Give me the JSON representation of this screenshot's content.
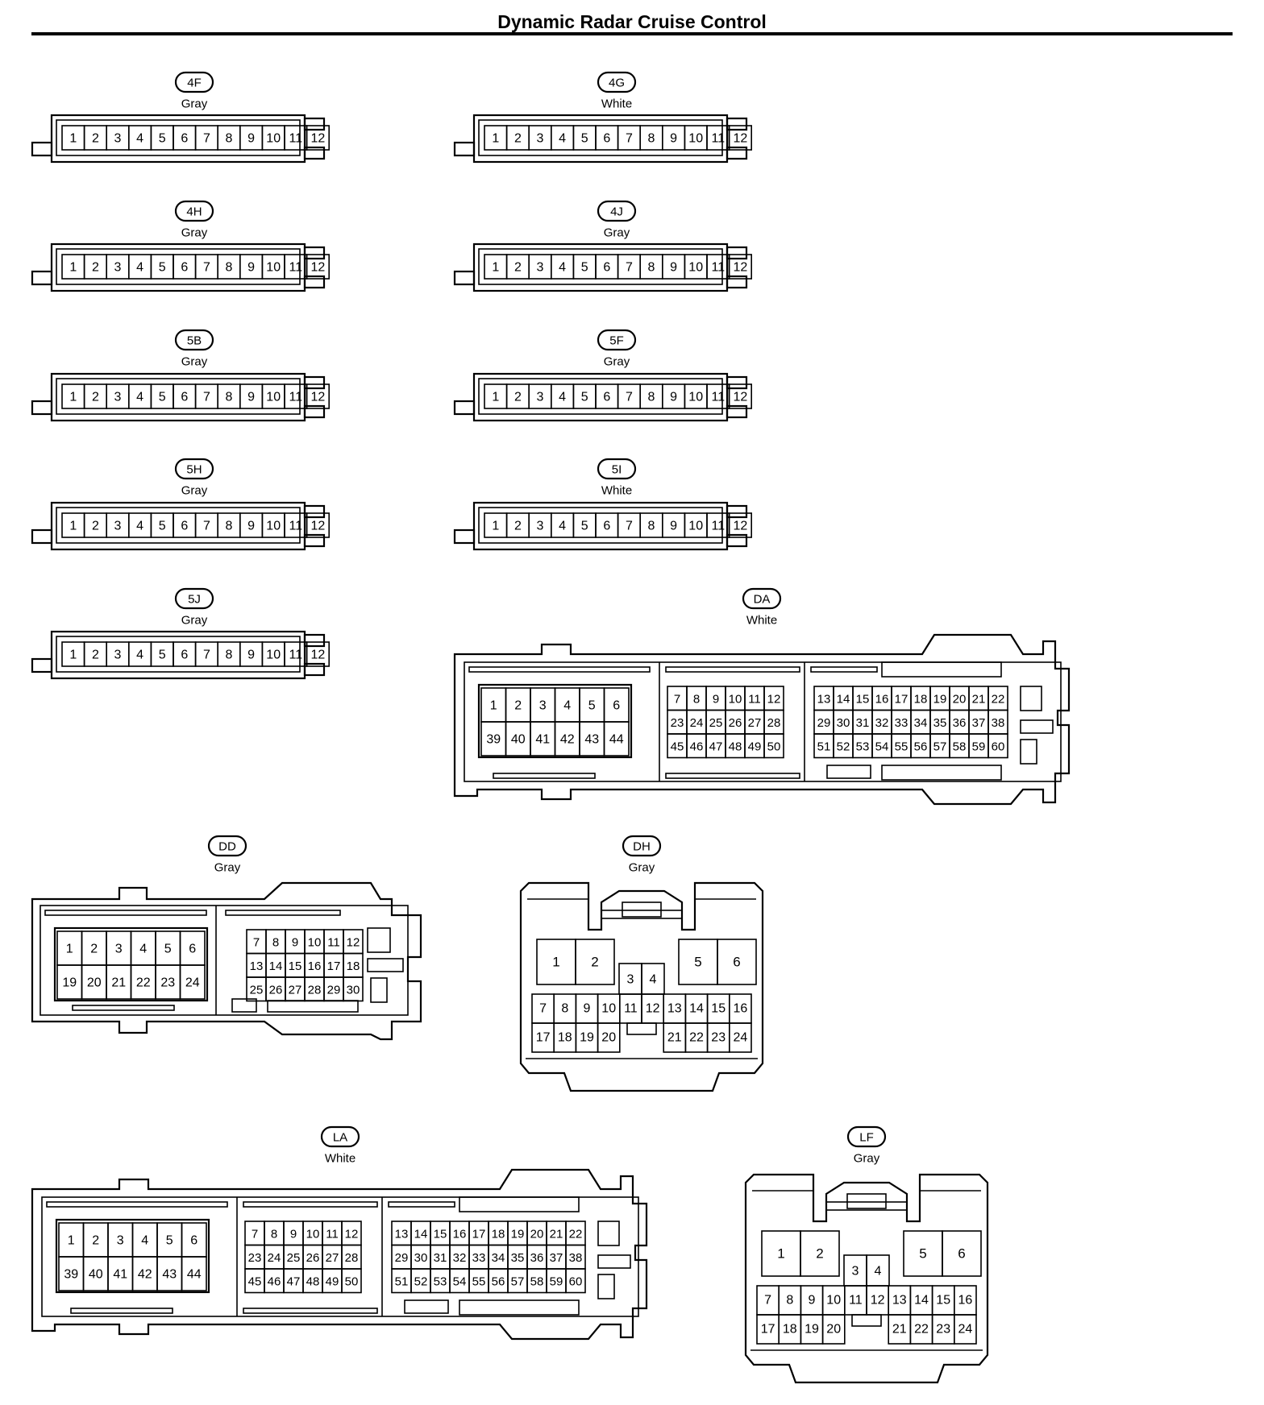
{
  "page": {
    "title": "Dynamic Radar Cruise Control"
  },
  "connectors": [
    {
      "id": "4F",
      "color": "Gray",
      "kind": "strip12"
    },
    {
      "id": "4G",
      "color": "White",
      "kind": "strip12"
    },
    {
      "id": "4H",
      "color": "Gray",
      "kind": "strip12"
    },
    {
      "id": "4J",
      "color": "Gray",
      "kind": "strip12"
    },
    {
      "id": "5B",
      "color": "Gray",
      "kind": "strip12"
    },
    {
      "id": "5F",
      "color": "Gray",
      "kind": "strip12"
    },
    {
      "id": "5H",
      "color": "Gray",
      "kind": "strip12"
    },
    {
      "id": "5I",
      "color": "White",
      "kind": "strip12"
    },
    {
      "id": "5J",
      "color": "Gray",
      "kind": "strip12"
    },
    {
      "id": "DA",
      "color": "White",
      "kind": "block60"
    },
    {
      "id": "DD",
      "color": "Gray",
      "kind": "block30"
    },
    {
      "id": "DH",
      "color": "Gray",
      "kind": "ecu24"
    },
    {
      "id": "LA",
      "color": "White",
      "kind": "block60"
    },
    {
      "id": "LF",
      "color": "Gray",
      "kind": "ecu24"
    }
  ],
  "pinouts": {
    "strip12": [
      [
        "1",
        "2",
        "3",
        "4",
        "5",
        "6",
        "7",
        "8",
        "9",
        "10",
        "11",
        "12"
      ]
    ],
    "block60": {
      "a": [
        [
          "1",
          "2",
          "3",
          "4",
          "5",
          "6"
        ],
        [
          "39",
          "40",
          "41",
          "42",
          "43",
          "44"
        ]
      ],
      "b": [
        [
          "7",
          "8",
          "9",
          "10",
          "11",
          "12"
        ],
        [
          "23",
          "24",
          "25",
          "26",
          "27",
          "28"
        ],
        [
          "45",
          "46",
          "47",
          "48",
          "49",
          "50"
        ]
      ],
      "c": [
        [
          "13",
          "14",
          "15",
          "16",
          "17",
          "18",
          "19",
          "20",
          "21",
          "22"
        ],
        [
          "29",
          "30",
          "31",
          "32",
          "33",
          "34",
          "35",
          "36",
          "37",
          "38"
        ],
        [
          "51",
          "52",
          "53",
          "54",
          "55",
          "56",
          "57",
          "58",
          "59",
          "60"
        ]
      ]
    },
    "block30": {
      "a": [
        [
          "1",
          "2",
          "3",
          "4",
          "5",
          "6"
        ],
        [
          "19",
          "20",
          "21",
          "22",
          "23",
          "24"
        ]
      ],
      "b": [
        [
          "7",
          "8",
          "9",
          "10",
          "11",
          "12"
        ],
        [
          "13",
          "14",
          "15",
          "16",
          "17",
          "18"
        ],
        [
          "25",
          "26",
          "27",
          "28",
          "29",
          "30"
        ]
      ]
    },
    "ecu24": {
      "big": [
        "1",
        "2",
        "5",
        "6"
      ],
      "small": [
        "3",
        "4"
      ],
      "row1": [
        "7",
        "8",
        "9",
        "10",
        "11",
        "12",
        "13",
        "14",
        "15",
        "16"
      ],
      "row2left": [
        "17",
        "18",
        "19",
        "20"
      ],
      "row2right": [
        "21",
        "22",
        "23",
        "24"
      ]
    }
  }
}
